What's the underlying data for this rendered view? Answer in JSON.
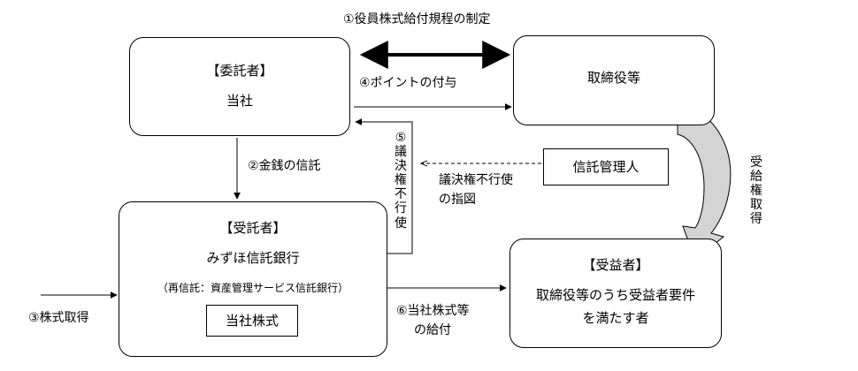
{
  "top": {
    "step1": "①役員株式給付規程の制定"
  },
  "trustor": {
    "title": "【委託者】",
    "name": "当社"
  },
  "directors": {
    "label": "取締役等"
  },
  "step4": "④ポイントの付与",
  "step2": "②金銭の信託",
  "step5": "⑤\n議\n決\n権\n不\n行\n使",
  "trust_admin": {
    "label": "信託管理人"
  },
  "voting_instruction": {
    "line1": "議決権不行使",
    "line2": "の指図"
  },
  "benefit_acquisition": "受\n給\n権\n取\n得",
  "trustee": {
    "title": "【受託者】",
    "name": "みずほ信託銀行",
    "sub": "（再信託：資産管理サービス信託銀行）",
    "shares": "当社株式"
  },
  "step3": "③株式取得",
  "step6": {
    "line1": "⑥当社株式等",
    "line2": "の給付"
  },
  "beneficiary": {
    "title": "【受益者】",
    "line1": "取締役等のうち受益者要件",
    "line2": "を満たす者"
  }
}
